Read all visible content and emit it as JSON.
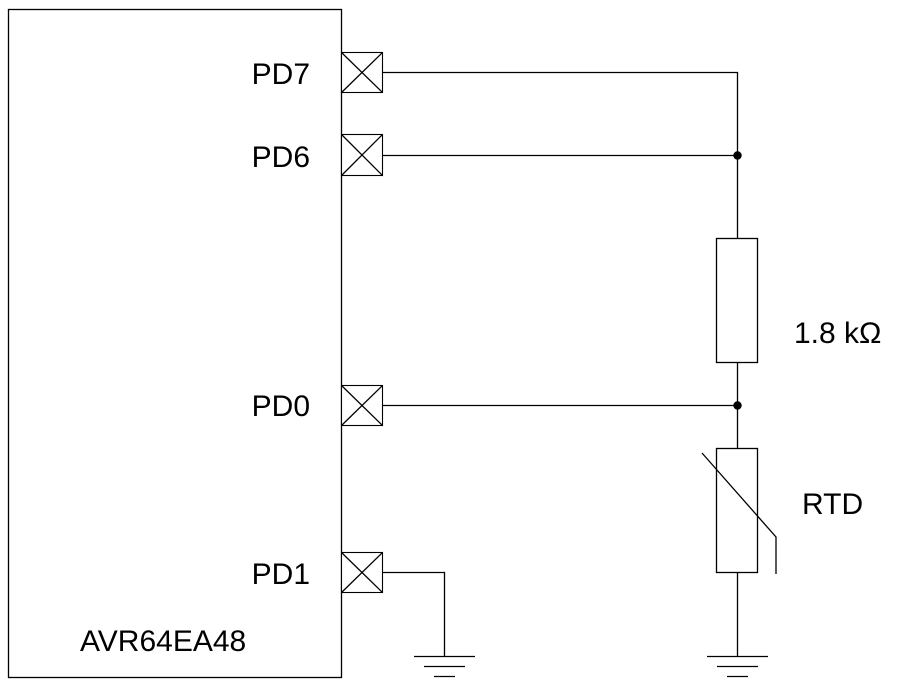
{
  "chip": {
    "name": "AVR64EA48",
    "pins": {
      "pd7": "PD7",
      "pd6": "PD6",
      "pd0": "PD0",
      "pd1": "PD1"
    }
  },
  "components": {
    "resistor_value": "1.8 kΩ",
    "rtd_label": "RTD"
  },
  "colors": {
    "line": "#000000",
    "background": "#ffffff"
  }
}
